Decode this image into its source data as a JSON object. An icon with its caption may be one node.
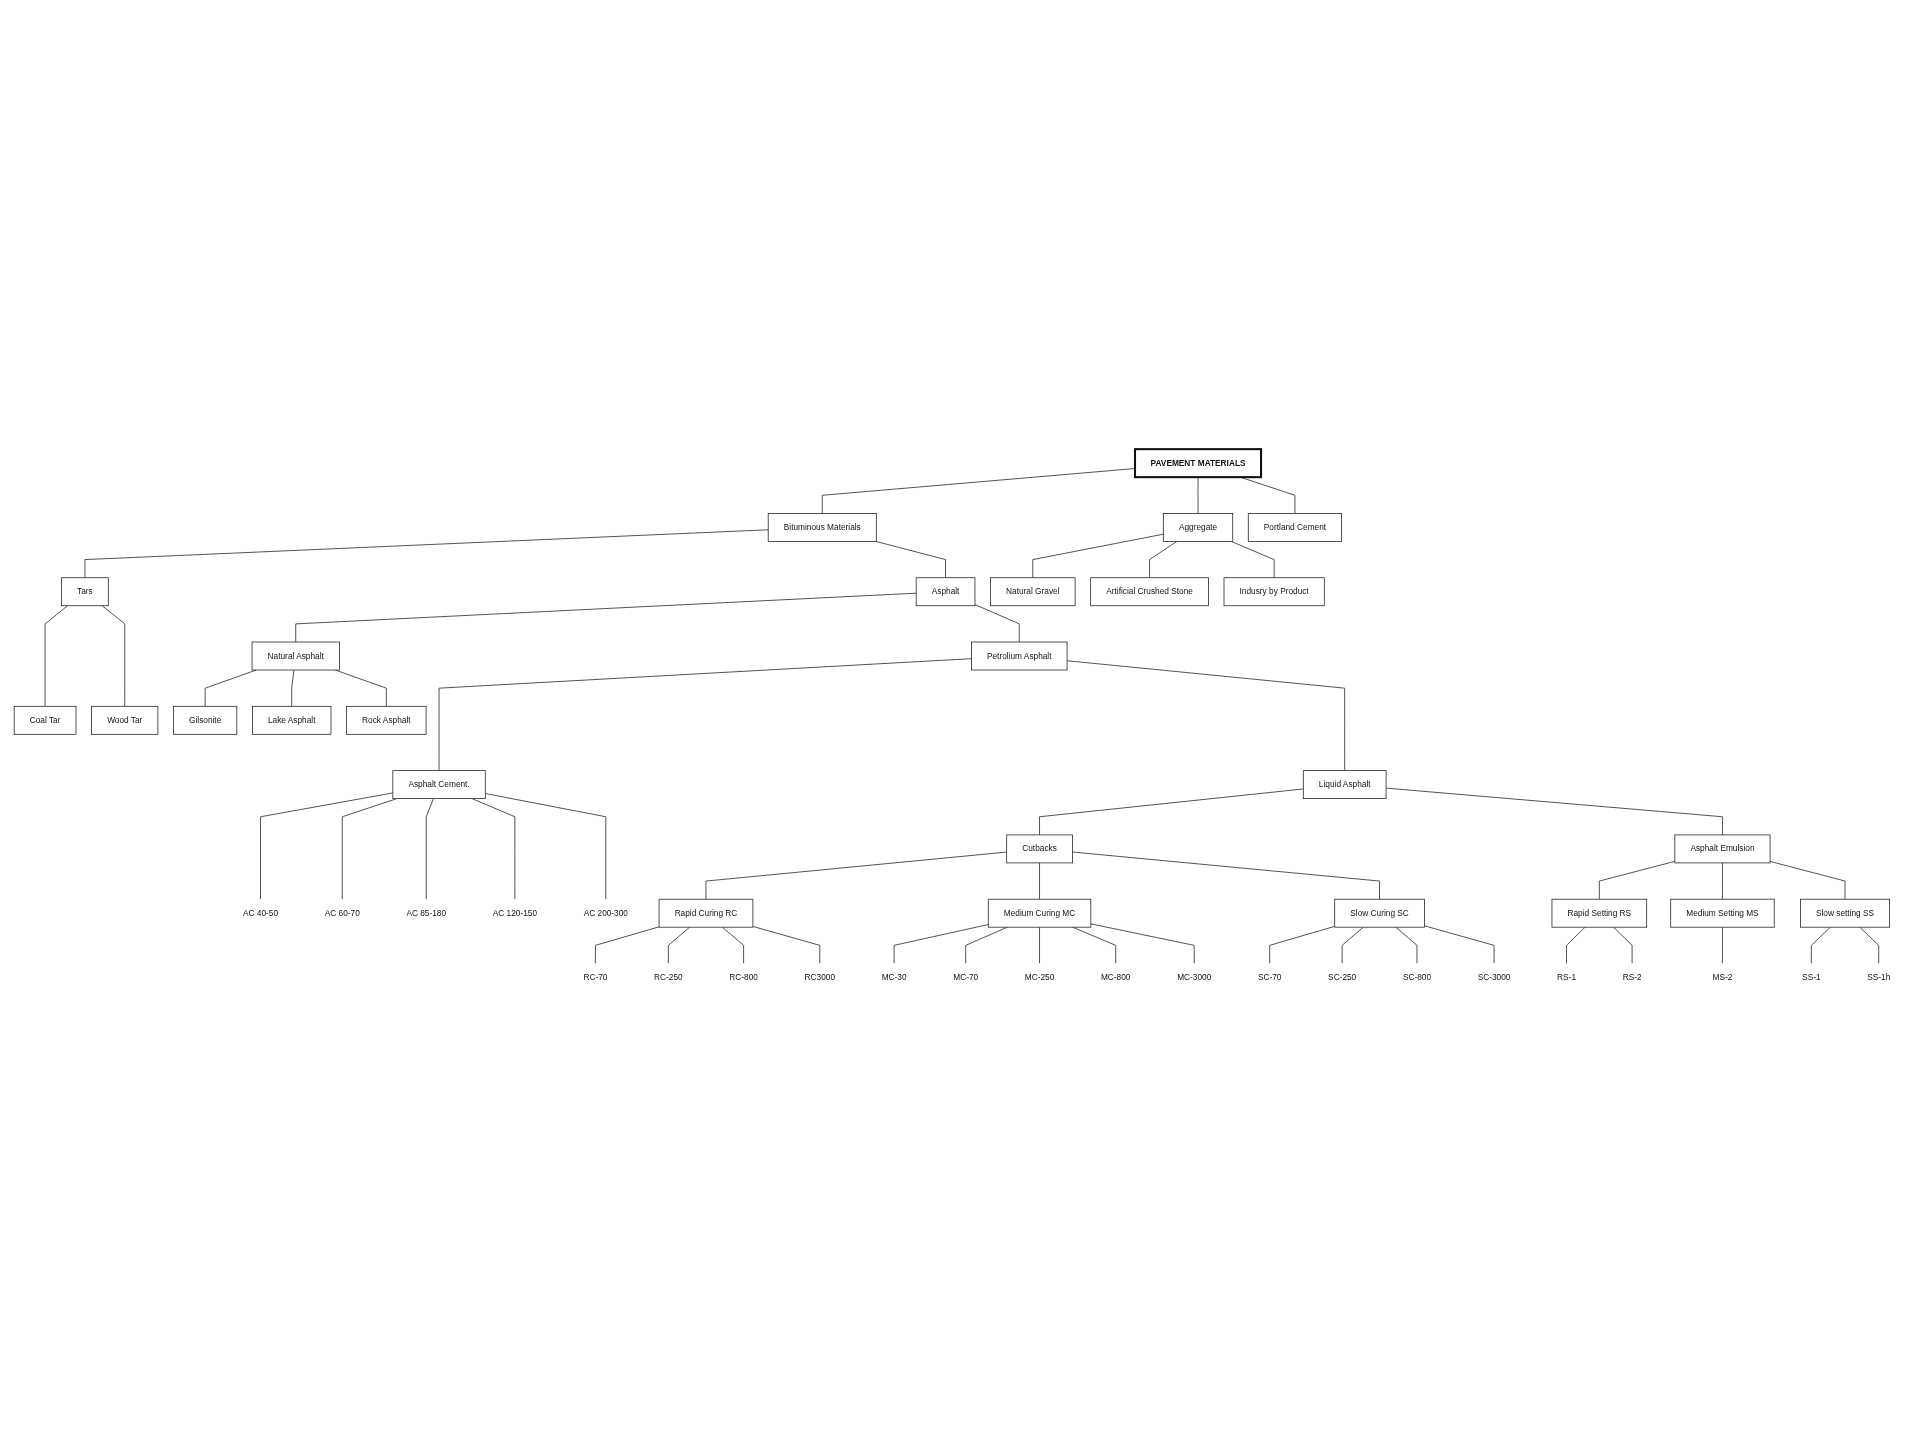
{
  "diagram": {
    "nodes": [
      {
        "text": [
          "PAVEMENT MATERIALS"
        ]
      },
      {
        "text": [
          "Bituminous Materials"
        ]
      },
      {
        "text": [
          "Aggregate"
        ]
      },
      {
        "text": [
          "Portland Cement"
        ]
      },
      {
        "text": [
          "Asphalt"
        ]
      },
      {
        "text": [
          "Tars"
        ]
      },
      {
        "text": [
          "Natural Gravel"
        ]
      },
      {
        "text": [
          "Artificial Crushed Stone"
        ]
      },
      {
        "text": [
          "Indusry by Product"
        ]
      },
      {
        "text": [
          "Natural Asphalt"
        ]
      },
      {
        "text": [
          "Petrolium Asphalt"
        ]
      },
      {
        "text": [
          "Coal Tar"
        ]
      },
      {
        "text": [
          "Wood Tar"
        ]
      },
      {
        "text": [
          "Gilsonite"
        ]
      },
      {
        "text": [
          "Lake Asphalt"
        ]
      },
      {
        "text": [
          "Rock Asphalt"
        ]
      },
      {
        "text": [
          "Asphalt Cement."
        ]
      },
      {
        "text": [
          "Liquid Asphalt"
        ]
      },
      {
        "text": [
          "AC 40-50"
        ]
      },
      {
        "text": [
          "AC 60-70"
        ]
      },
      {
        "text": [
          "AC 85-180"
        ]
      },
      {
        "text": [
          "AC 120-150"
        ]
      },
      {
        "text": [
          "AC 200-300"
        ]
      },
      {
        "text": [
          "Cutbacks"
        ]
      },
      {
        "text": [
          "Asphalt Emulsion"
        ]
      },
      {
        "text": [
          "Rapid Curing RC"
        ]
      },
      {
        "text": [
          "Medium Curing MC"
        ]
      },
      {
        "text": [
          "Slow Curing SC"
        ]
      },
      {
        "text": [
          "Rapid Setting RS"
        ]
      },
      {
        "text": [
          "Medium Setting MS"
        ]
      },
      {
        "text": [
          "Slow setting SS"
        ]
      },
      {
        "text": [
          "RC-70"
        ]
      },
      {
        "text": [
          "RC-250"
        ]
      },
      {
        "text": [
          "RC-800"
        ]
      },
      {
        "text": [
          "RC3000"
        ]
      },
      {
        "text": [
          "MC-30"
        ]
      },
      {
        "text": [
          "MC-70"
        ]
      },
      {
        "text": [
          "MC-250"
        ]
      },
      {
        "text": [
          "MC-800"
        ]
      },
      {
        "text": [
          "MC-3000"
        ]
      },
      {
        "text": [
          "SC-70"
        ]
      },
      {
        "text": [
          "SC-250"
        ]
      },
      {
        "text": [
          "SC-800"
        ]
      },
      {
        "text": [
          "SC-3000"
        ]
      },
      {
        "text": [
          "RS-1"
        ]
      },
      {
        "text": [
          "RS-2"
        ]
      },
      {
        "text": [
          "MS-2"
        ]
      },
      {
        "text": [
          "SS-1"
        ]
      },
      {
        "text": [
          "SS-1h"
        ]
      }
    ],
    "edges": [
      {
        "from": 0,
        "to": 1,
        "arrow": "none"
      },
      {
        "from": 0,
        "to": 2,
        "arrow": "none"
      },
      {
        "from": 0,
        "to": 3,
        "arrow": "none"
      },
      {
        "from": 1,
        "to": 4,
        "arrow": "none"
      },
      {
        "from": 1,
        "to": 5,
        "arrow": "none"
      },
      {
        "from": 2,
        "to": 6,
        "arrow": "none"
      },
      {
        "from": 2,
        "to": 7,
        "arrow": "none"
      },
      {
        "from": 2,
        "to": 8,
        "arrow": "none"
      },
      {
        "from": 4,
        "to": 9,
        "arrow": "none"
      },
      {
        "from": 4,
        "to": 10,
        "arrow": "none"
      },
      {
        "from": 5,
        "to": 11,
        "arrow": "none"
      },
      {
        "from": 5,
        "to": 12,
        "arrow": "none"
      },
      {
        "from": 9,
        "to": 13,
        "arrow": "none"
      },
      {
        "from": 9,
        "to": 14,
        "arrow": "none"
      },
      {
        "from": 9,
        "to": 15,
        "arrow": "none"
      },
      {
        "from": 10,
        "to": 16,
        "arrow": "none"
      },
      {
        "from": 10,
        "to": 17,
        "arrow": "none"
      },
      {
        "from": 16,
        "to": 18,
        "arrow": "none"
      },
      {
        "from": 16,
        "to": 19,
        "arrow": "none"
      },
      {
        "from": 16,
        "to": 20,
        "arrow": "none"
      },
      {
        "from": 16,
        "to": 21,
        "arrow": "none"
      },
      {
        "from": 16,
        "to": 22,
        "arrow": "none"
      },
      {
        "from": 17,
        "to": 23,
        "arrow": "none"
      },
      {
        "from": 17,
        "to": 24,
        "arrow": "none"
      },
      {
        "from": 23,
        "to": 25,
        "arrow": "none"
      },
      {
        "from": 23,
        "to": 26,
        "arrow": "none"
      },
      {
        "from": 23,
        "to": 27,
        "arrow": "none"
      },
      {
        "from": 24,
        "to": 28,
        "arrow": "none"
      },
      {
        "from": 24,
        "to": 29,
        "arrow": "none"
      },
      {
        "from": 24,
        "to": 30,
        "arrow": "none"
      },
      {
        "from": 25,
        "to": 31,
        "arrow": "none"
      },
      {
        "from": 25,
        "to": 32,
        "arrow": "none"
      },
      {
        "from": 25,
        "to": 33,
        "arrow": "none"
      },
      {
        "from": 25,
        "to": 34,
        "arrow": "none"
      },
      {
        "from": 26,
        "to": 35,
        "arrow": "none"
      },
      {
        "from": 26,
        "to": 36,
        "arrow": "none"
      },
      {
        "from": 26,
        "to": 37,
        "arrow": "none"
      },
      {
        "from": 26,
        "to": 38,
        "arrow": "none"
      },
      {
        "from": 26,
        "to": 39,
        "arrow": "none"
      },
      {
        "from": 27,
        "to": 40,
        "arrow": "none"
      },
      {
        "from": 27,
        "to": 41,
        "arrow": "none"
      },
      {
        "from": 27,
        "to": 42,
        "arrow": "none"
      },
      {
        "from": 27,
        "to": 43,
        "arrow": "none"
      },
      {
        "from": 28,
        "to": 44,
        "arrow": "none"
      },
      {
        "from": 28,
        "to": 45,
        "arrow": "none"
      },
      {
        "from": 29,
        "to": 46,
        "arrow": "none"
      },
      {
        "from": 30,
        "to": 47,
        "arrow": "none"
      },
      {
        "from": 30,
        "to": 48,
        "arrow": "none"
      }
    ]
  }
}
